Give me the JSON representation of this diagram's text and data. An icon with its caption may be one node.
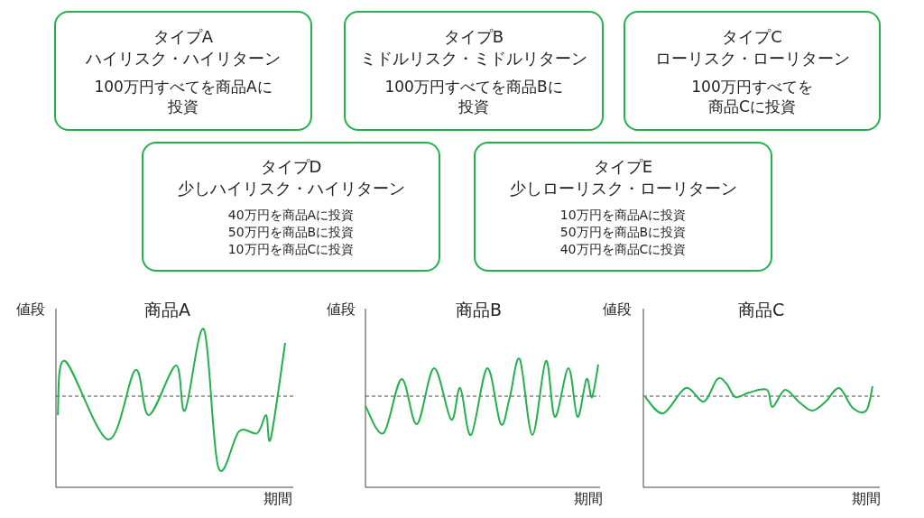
{
  "diagram": {
    "nodes": [
      {
        "text": [
          "タイプA",
          "ハイリスク・ハイリターン",
          "100万円すべてを商品Aに投資"
        ]
      },
      {
        "text": [
          "タイプB",
          "ミドルリスク・ミドルリターン",
          "100万円すべてを商品Bに投資"
        ]
      },
      {
        "text": [
          "タイプC",
          "ローリスク・ローリターン",
          "100万円すべてを商品Cに投資"
        ]
      },
      {
        "text": [
          "タイプD",
          "少しハイリスク・ハイリターン",
          "40万円を商品Aに投資",
          "50万円を商品Bに投資",
          "10万円を商品Cに投資"
        ]
      },
      {
        "text": [
          "タイプE",
          "少しローリスク・ローリターン",
          "10万円を商品Aに投資",
          "50万円を商品Bに投資",
          "40万円を商品Cに投資"
        ]
      }
    ],
    "labels": [
      "値段",
      "商品A",
      "値段",
      "商品B",
      "値段",
      "商品C",
      "期間",
      "期間",
      "期間"
    ]
  }
}
